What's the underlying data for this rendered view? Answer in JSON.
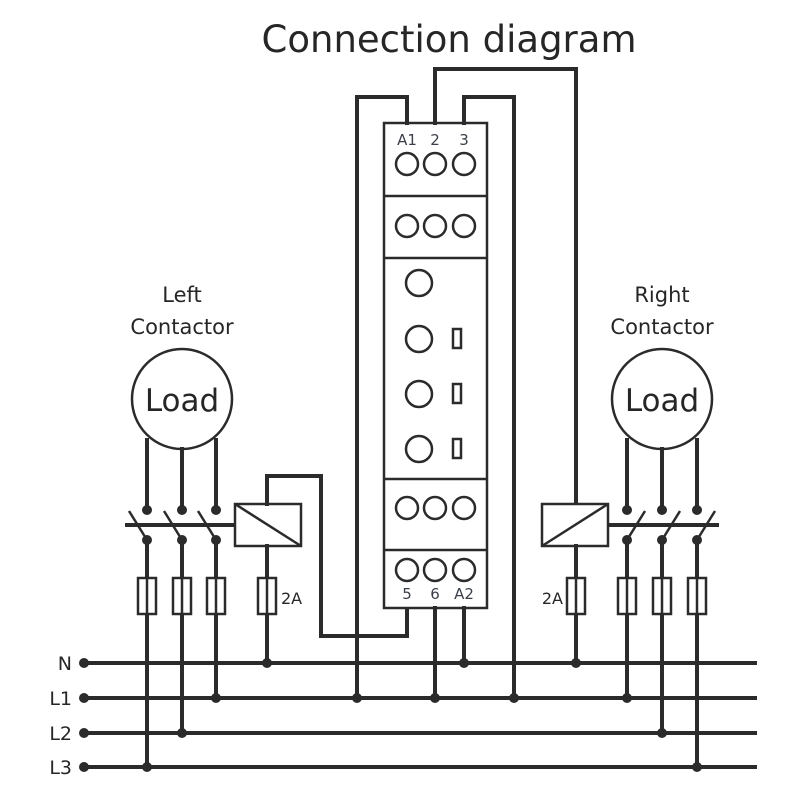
{
  "title": "Connection diagram",
  "colors": {
    "line": "#2b2b2b",
    "background": "#ffffff",
    "text": "#262626"
  },
  "left_contactor": {
    "label_line1": "Left",
    "label_line2": "Contactor",
    "load_label": "Load",
    "coil_fuse_rating": "2A",
    "phase_connections": [
      "L3",
      "L2",
      "L1"
    ],
    "coil_return": "N"
  },
  "right_contactor": {
    "label_line1": "Right",
    "label_line2": "Contactor",
    "load_label": "Load",
    "coil_fuse_rating": "2A",
    "phase_connections": [
      "L1",
      "L2",
      "L3"
    ],
    "coil_return": "N"
  },
  "relay_module": {
    "top_terminals": [
      "A1",
      "2",
      "3"
    ],
    "bottom_terminals": [
      "5",
      "6",
      "A2"
    ],
    "indicator_count": 3
  },
  "bus_lines": [
    "N",
    "L1",
    "L2",
    "L3"
  ]
}
